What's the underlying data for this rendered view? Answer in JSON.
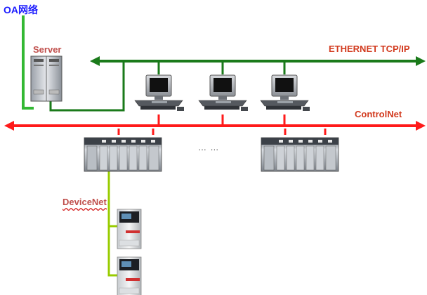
{
  "labels": {
    "oa_network": "OA网络",
    "server": "Server",
    "ethernet": "ETHERNET TCP/IP",
    "controlnet": "ControlNet",
    "devicenet": "DeviceNet",
    "ellipsis": "… …"
  },
  "colors": {
    "ethernet_line": "#1a7a1a",
    "controlnet_line": "#ff1a1a",
    "devicenet_line": "#99cc00",
    "oa_line": "#33b833"
  },
  "icons": {
    "server": "server-tower-icon",
    "workstation": "workstation-computer-icon",
    "plc": "plc-rack-icon",
    "drive": "drive-module-icon"
  }
}
